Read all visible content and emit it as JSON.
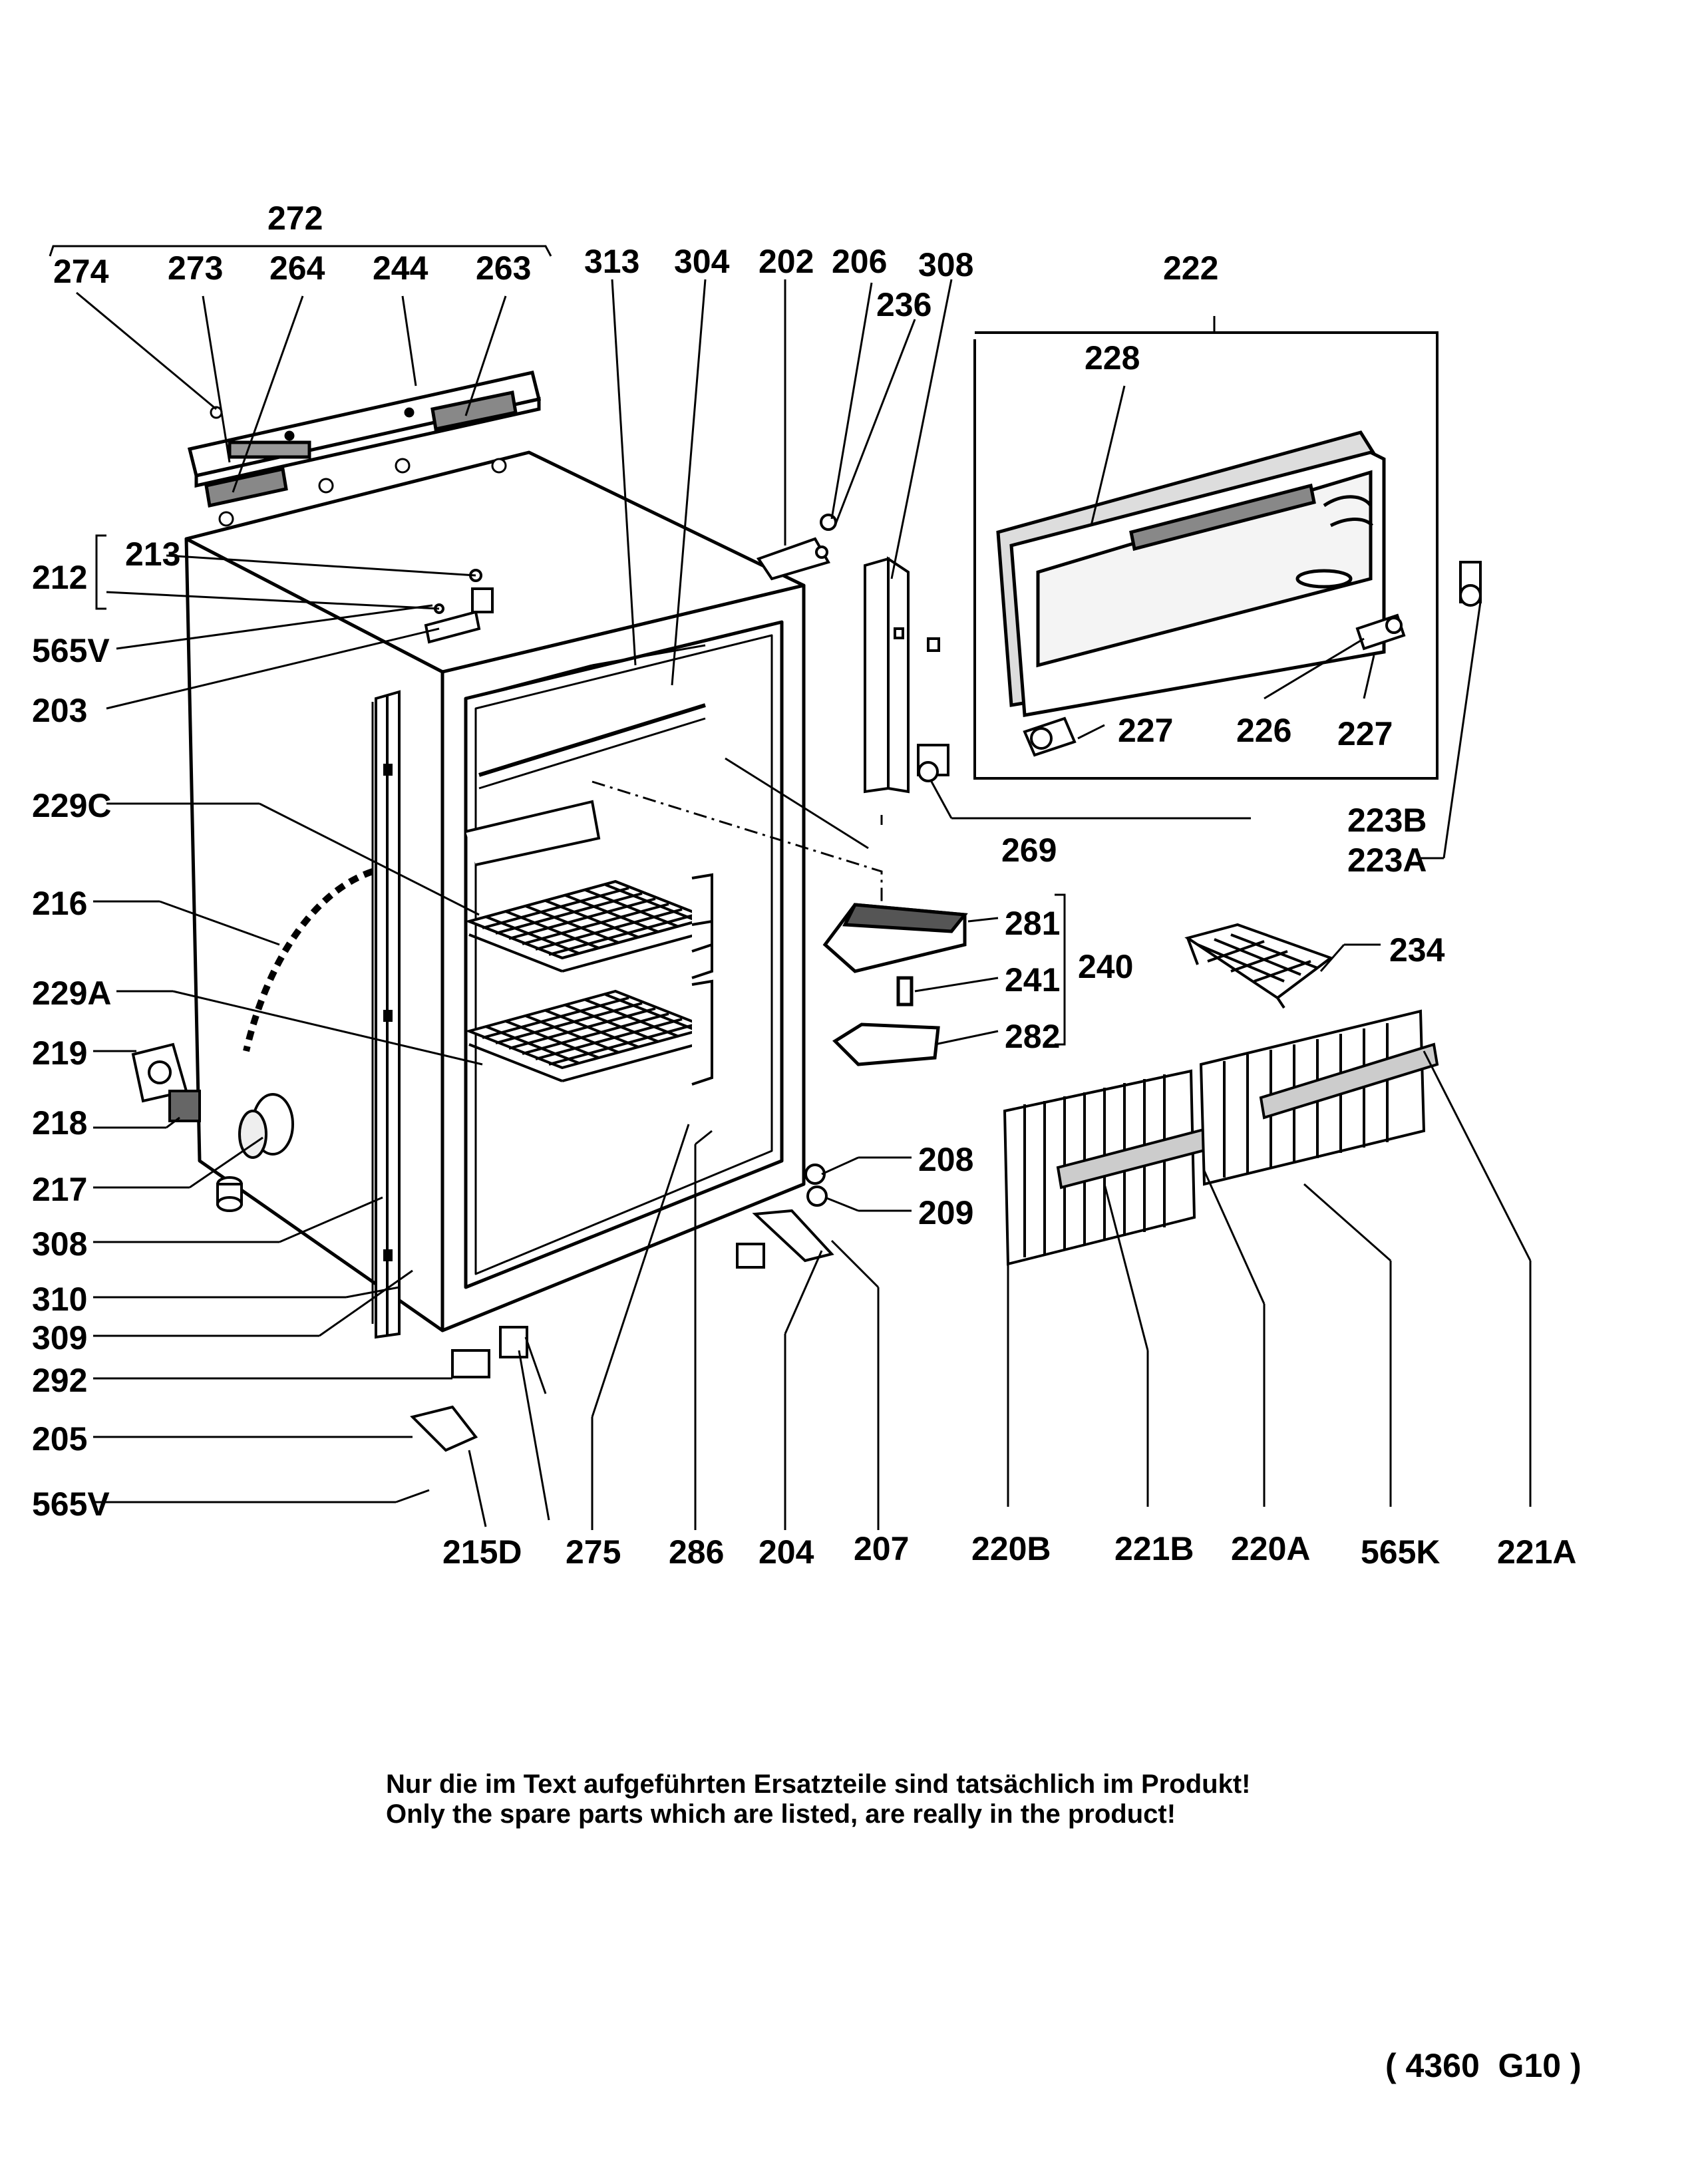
{
  "labels": [
    "272",
    "274",
    "273",
    "264",
    "244",
    "263",
    "313",
    "304",
    "202",
    "206",
    "308",
    "236",
    "222",
    "228",
    "213",
    "212",
    "565V",
    "203",
    "229C",
    "216",
    "229A",
    "219",
    "218",
    "217",
    "308",
    "310",
    "309",
    "292",
    "205",
    "565V",
    "215D",
    "275",
    "286",
    "204",
    "207",
    "208",
    "209",
    "269",
    "223B",
    "223A",
    "227",
    "226",
    "227",
    "281",
    "241",
    "282",
    "240",
    "234",
    "220B",
    "221B",
    "220A",
    "565K",
    "221A"
  ],
  "note": {
    "german": "Nur die im Text aufgeführten Ersatzteile sind tatsächlich im Produkt!",
    "english": "Only the spare parts which are listed, are really in the product!"
  },
  "drawing_code": "( 4360  G10 )"
}
